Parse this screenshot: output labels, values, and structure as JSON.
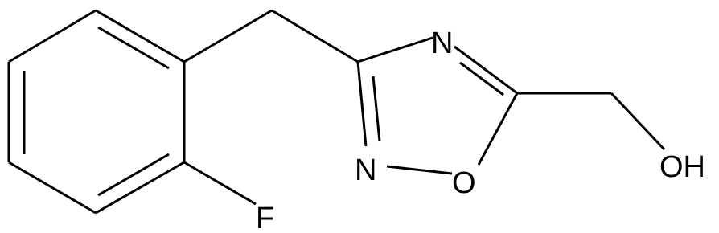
{
  "molecule": {
    "atoms": {
      "ring_n_top": "N",
      "ring_n_left": "N",
      "ring_o": "O",
      "hydroxyl": "OH",
      "fluorine": "F"
    }
  }
}
